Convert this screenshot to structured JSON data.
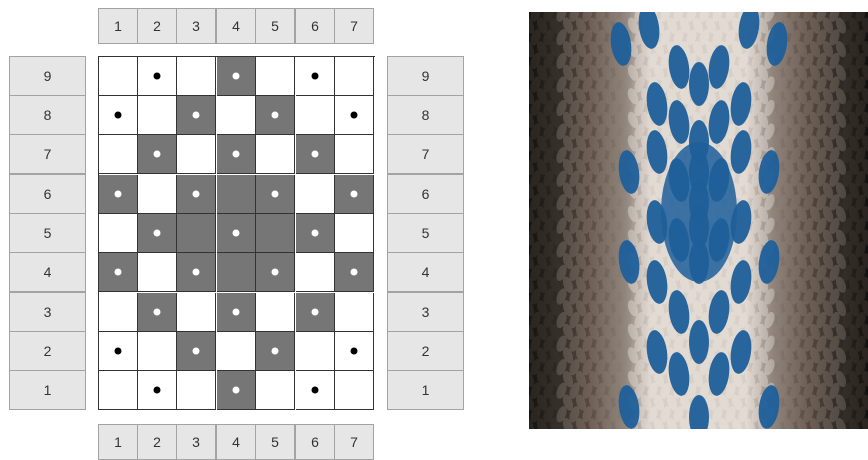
{
  "columns": [
    "1",
    "2",
    "3",
    "4",
    "5",
    "6",
    "7"
  ],
  "rows": [
    "9",
    "8",
    "7",
    "6",
    "5",
    "4",
    "3",
    "2",
    "1"
  ],
  "grid": [
    [
      "w",
      "wb",
      "w",
      "dw",
      "w",
      "wb",
      "w"
    ],
    [
      "wb",
      "w",
      "dw",
      "w",
      "dw",
      "w",
      "wb"
    ],
    [
      "w",
      "dw",
      "w",
      "dw",
      "w",
      "dw",
      "w"
    ],
    [
      "dw",
      "w",
      "dw",
      "d",
      "dw",
      "w",
      "dw"
    ],
    [
      "w",
      "dw",
      "d",
      "dw",
      "d",
      "dw",
      "w"
    ],
    [
      "dw",
      "w",
      "dw",
      "d",
      "dw",
      "w",
      "dw"
    ],
    [
      "w",
      "dw",
      "w",
      "dw",
      "w",
      "dw",
      "w"
    ],
    [
      "wb",
      "w",
      "dw",
      "w",
      "dw",
      "w",
      "wb"
    ],
    [
      "w",
      "wb",
      "w",
      "dw",
      "w",
      "wb",
      "w"
    ]
  ],
  "colors": {
    "dark_cell": "#767676",
    "light_cell": "#ffffff",
    "label_bg": "#e6e6e6",
    "photo_blue": "#1f5f9a",
    "photo_cream": "#d8cfc6",
    "photo_brown": "#5a4a40"
  },
  "photo": {
    "subject": "woven band with blue diamond pattern on cream background"
  }
}
